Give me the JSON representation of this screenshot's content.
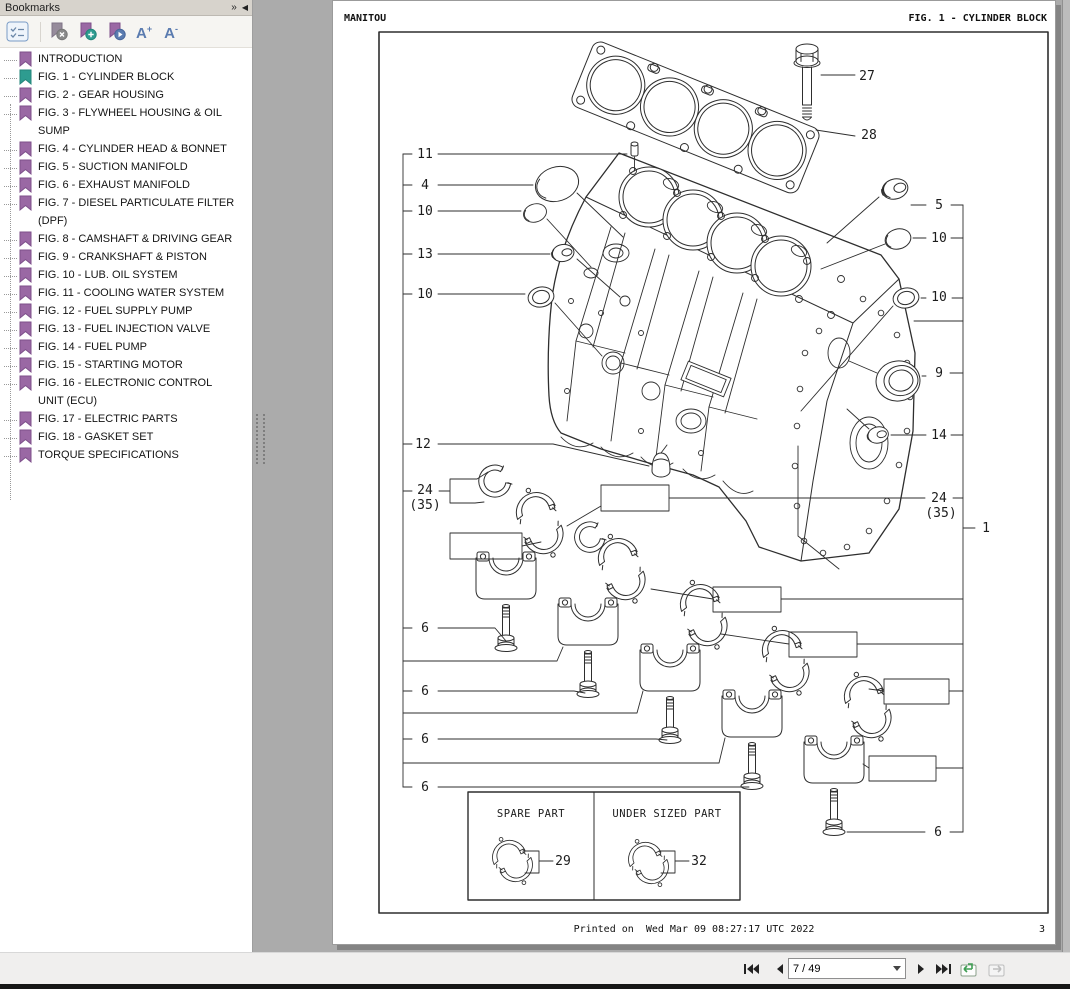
{
  "sidebar": {
    "title": "Bookmarks",
    "header_icons": {
      "expand": "»",
      "dock": "◀"
    },
    "toolbar": {
      "menu_icon": "panel-options",
      "collapse_bookmark_icon": "collapse-bookmark",
      "add_bookmark_icon": "add-bookmark",
      "expand_bookmark_icon": "expand-bookmark",
      "font_increase": "A",
      "font_plus": "+",
      "font_decrease": "A",
      "font_minus": "-"
    },
    "items": [
      {
        "label": "INTRODUCTION",
        "selected": false
      },
      {
        "label": "FIG. 1 - CYLINDER BLOCK",
        "selected": true
      },
      {
        "label": "FIG. 2 - GEAR HOUSING",
        "selected": false
      },
      {
        "label": "FIG. 3 - FLYWHEEL HOUSING & OIL SUMP",
        "selected": false
      },
      {
        "label": "FIG. 4 - CYLINDER HEAD & BONNET",
        "selected": false
      },
      {
        "label": "FIG. 5 - SUCTION MANIFOLD",
        "selected": false
      },
      {
        "label": "FIG. 6 - EXHAUST MANIFOLD",
        "selected": false
      },
      {
        "label": "FIG. 7 - DIESEL PARTICULATE FILTER (DPF)",
        "selected": false
      },
      {
        "label": "FIG. 8 - CAMSHAFT & DRIVING GEAR",
        "selected": false
      },
      {
        "label": "FIG. 9 - CRANKSHAFT & PISTON",
        "selected": false
      },
      {
        "label": "FIG. 10 - LUB. OIL SYSTEM",
        "selected": false
      },
      {
        "label": "FIG. 11 - COOLING WATER SYSTEM",
        "selected": false
      },
      {
        "label": "FIG. 12 - FUEL SUPPLY PUMP",
        "selected": false
      },
      {
        "label": "FIG. 13 - FUEL INJECTION VALVE",
        "selected": false
      },
      {
        "label": "FIG. 14 - FUEL PUMP",
        "selected": false
      },
      {
        "label": "FIG. 15 - STARTING MOTOR",
        "selected": false
      },
      {
        "label": "FIG. 16 - ELECTRONIC CONTROL UNIT (ECU)",
        "selected": false
      },
      {
        "label": "FIG. 17 - ELECTRIC PARTS",
        "selected": false
      },
      {
        "label": "FIG. 18 - GASKET SET",
        "selected": false
      },
      {
        "label": "TORQUE SPECIFICATIONS",
        "selected": false
      }
    ]
  },
  "doc": {
    "header_left": "MANITOU",
    "header_right": "FIG. 1 - CYLINDER BLOCK",
    "footer": "Printed on  Wed Mar 09 08:27:17 UTC 2022",
    "page_number": "3",
    "inset": {
      "left_title": "SPARE PART",
      "right_title": "UNDER SIZED PART"
    },
    "callouts": [
      "11",
      "4",
      "10",
      "13",
      "10",
      "12",
      "24",
      "(35)",
      "6",
      "6",
      "6",
      "6",
      "27",
      "28",
      "5",
      "10",
      "10",
      "9",
      "14",
      "24",
      "(35)",
      "1",
      "6",
      "29",
      "32"
    ]
  },
  "navbar": {
    "page_indicator": "7 / 49"
  },
  "colors": {
    "bookmark_purple": "#9a68a4",
    "bookmark_selected_teal": "#2e9c90",
    "icon_blue": "#5b7cb0",
    "canvas_gray": "#ababab"
  }
}
